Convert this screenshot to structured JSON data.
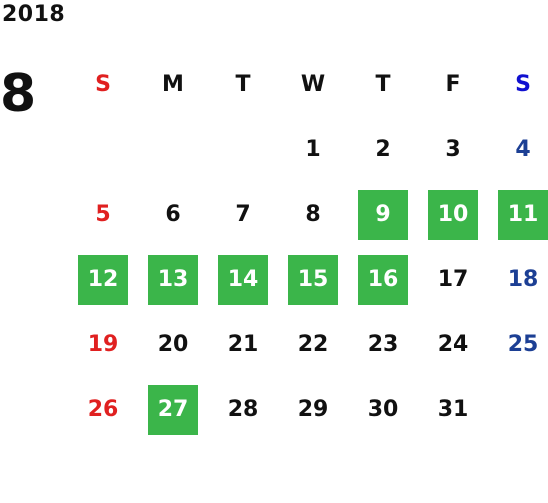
{
  "calendar": {
    "year": "2018",
    "month": "8",
    "weekdays": [
      "S",
      "M",
      "T",
      "W",
      "T",
      "F",
      "S"
    ],
    "weeks": [
      [
        "",
        "",
        "",
        "1",
        "2",
        "3",
        "4"
      ],
      [
        "5",
        "6",
        "7",
        "8",
        "9",
        "10",
        "11"
      ],
      [
        "12",
        "13",
        "14",
        "15",
        "16",
        "17",
        "18"
      ],
      [
        "19",
        "20",
        "21",
        "22",
        "23",
        "24",
        "25"
      ],
      [
        "26",
        "27",
        "28",
        "29",
        "30",
        "31",
        ""
      ]
    ],
    "highlighted_days": [
      "9",
      "10",
      "11",
      "12",
      "13",
      "14",
      "15",
      "16",
      "27"
    ]
  },
  "colors": {
    "highlight": "#3bb54a",
    "sunday": "#e02020",
    "saturday": "#1c3f94",
    "saturday_header": "#1010d0",
    "text": "#111111"
  }
}
